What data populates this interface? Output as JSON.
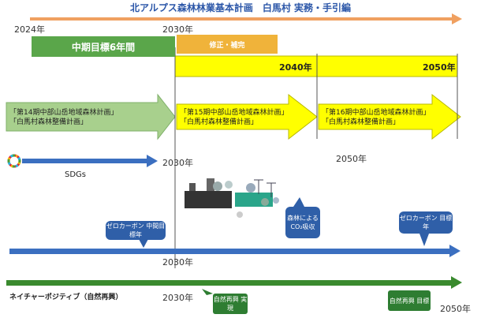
{
  "title": "北アルプス森林林業基本計画　白馬村 実務・手引編",
  "years": {
    "y2024": "2024年",
    "y2030_top": "2030年",
    "y2040": "2040年",
    "y2050": "2050年",
    "y2030_sdgs": "2030年",
    "y2050_mid": "2050年",
    "y2030_zero": "2030年",
    "y2030_nature": "2030年",
    "y2050_end": "2050年"
  },
  "midterm_label": "中期目標6年間",
  "revise_label": "修正・補完",
  "plans": {
    "p14_line1": "「第14期中部山岳地域森林計画」",
    "p14_line2": "「白馬村森林整備計画」",
    "p15_line1": "「第15期中部山岳地域森林計画」",
    "p15_line2": "「白馬村森林整備計画」",
    "p16_line1": "「第16期中部山岳地域森林計画」",
    "p16_line2": "「白馬村森林整備計画」"
  },
  "sdgs_label": "SDGs",
  "zero_carbon_mid": "ゼロカーボン 中間目標年",
  "zero_carbon_goal": "ゼロカーボン 目標年",
  "forest_co2": "森林による CO₂吸収",
  "nature_positive": "ネイチャーポジティブ（自然再興）",
  "nature_practice": "自然再興 実現",
  "nature_goal": "自然再興 目標",
  "colors": {
    "title_blue": "#2b56a8",
    "timeline_orange": "#f0a060",
    "mid_green": "#5aa64a",
    "revise_orange": "#f0b33a",
    "yellow": "#ffff00",
    "arrow_green": "#a8d08d",
    "arrow_blue": "#3b6fc0",
    "arrow_darkgreen": "#3a8a2e"
  }
}
